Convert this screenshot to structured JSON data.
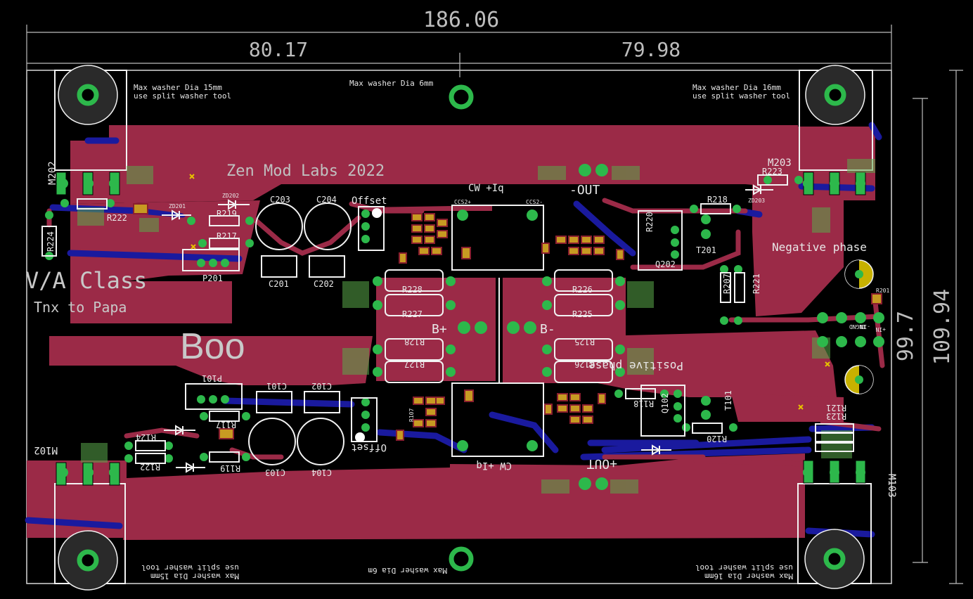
{
  "colors": {
    "background": "#000000",
    "copper_top": "#9b2a47",
    "copper_bottom": "#1a1a9e",
    "silkscreen": "#e8e8e8",
    "pad": "#2db84b",
    "smd": "#c79a22",
    "dimension": "#bdbdbd",
    "title_silk": "#c0c0c0"
  },
  "dimensions": {
    "total_width": "186.06",
    "left_width": "80.17",
    "right_width": "79.98",
    "inner_height": "99.7",
    "total_height": "109.94"
  },
  "titles": {
    "brand": "Zen Mod Labs 2022",
    "class": "V/A Class",
    "thanks": "Tnx to Papa",
    "name": "Boo",
    "negative": "Negative phase",
    "positive": "Positive phase"
  },
  "notes": {
    "washer_tl_1": "Max washer Dia 15mm",
    "washer_tl_2": "use split washer tool",
    "washer_top": "Max washer Dia 6mm",
    "washer_tr_1": "Max washer Dia 16mm",
    "washer_tr_2": "use split washer tool",
    "washer_bl_1": "Max washer Dia 15mm",
    "washer_bl_2": "use split washer tool",
    "washer_bottom": "Max washer Dia 6m",
    "washer_br_1": "Max washer Dia 16mm",
    "washer_br_2": "use split washer tool"
  },
  "labels": {
    "m202": "M202",
    "m203": "M203",
    "m102": "M102",
    "m103": "M103",
    "r224": "R224",
    "r222": "R222",
    "r219": "R219",
    "r217": "R217",
    "p201": "P201",
    "c203": "C203",
    "c204": "C204",
    "c201": "C201",
    "c202": "C202",
    "zd202": "ZD202",
    "zd201": "ZD201",
    "offset": "Offset",
    "cw_iq": "CW +Iq",
    "out_neg": "-OUT",
    "ccs2": "CCS2-",
    "ccs2_plus": "CCS2+",
    "r223": "R223",
    "zd203": "ZD203",
    "r218": "R218",
    "t201": "T201",
    "q202": "Q202",
    "r220": "R220",
    "r207": "R207",
    "r221": "R221",
    "r228": "R228",
    "r227": "R227",
    "r226": "R226",
    "r225": "R225",
    "b_plus": "B+",
    "b_minus": "B-",
    "r128": "R128",
    "r127": "R127",
    "r125": "R125",
    "r126": "R126",
    "ingnd": "INGND",
    "in_neg": "-IN",
    "in_pos": "+IN",
    "r201": "R201",
    "r121": "R121",
    "r123": "R123",
    "p101": "P101",
    "r117": "R117",
    "c101": "C101",
    "c102": "C102",
    "c103": "C103",
    "c104": "C104",
    "r124": "R124",
    "r122": "R122",
    "r119": "R119",
    "offset_rev": "Offset",
    "cw_iq_rev": "CW +Iq",
    "out_pos": "+OUT",
    "r118": "R118",
    "q102": "Q102",
    "t101": "T101",
    "r120": "R120",
    "r107": "R107"
  }
}
